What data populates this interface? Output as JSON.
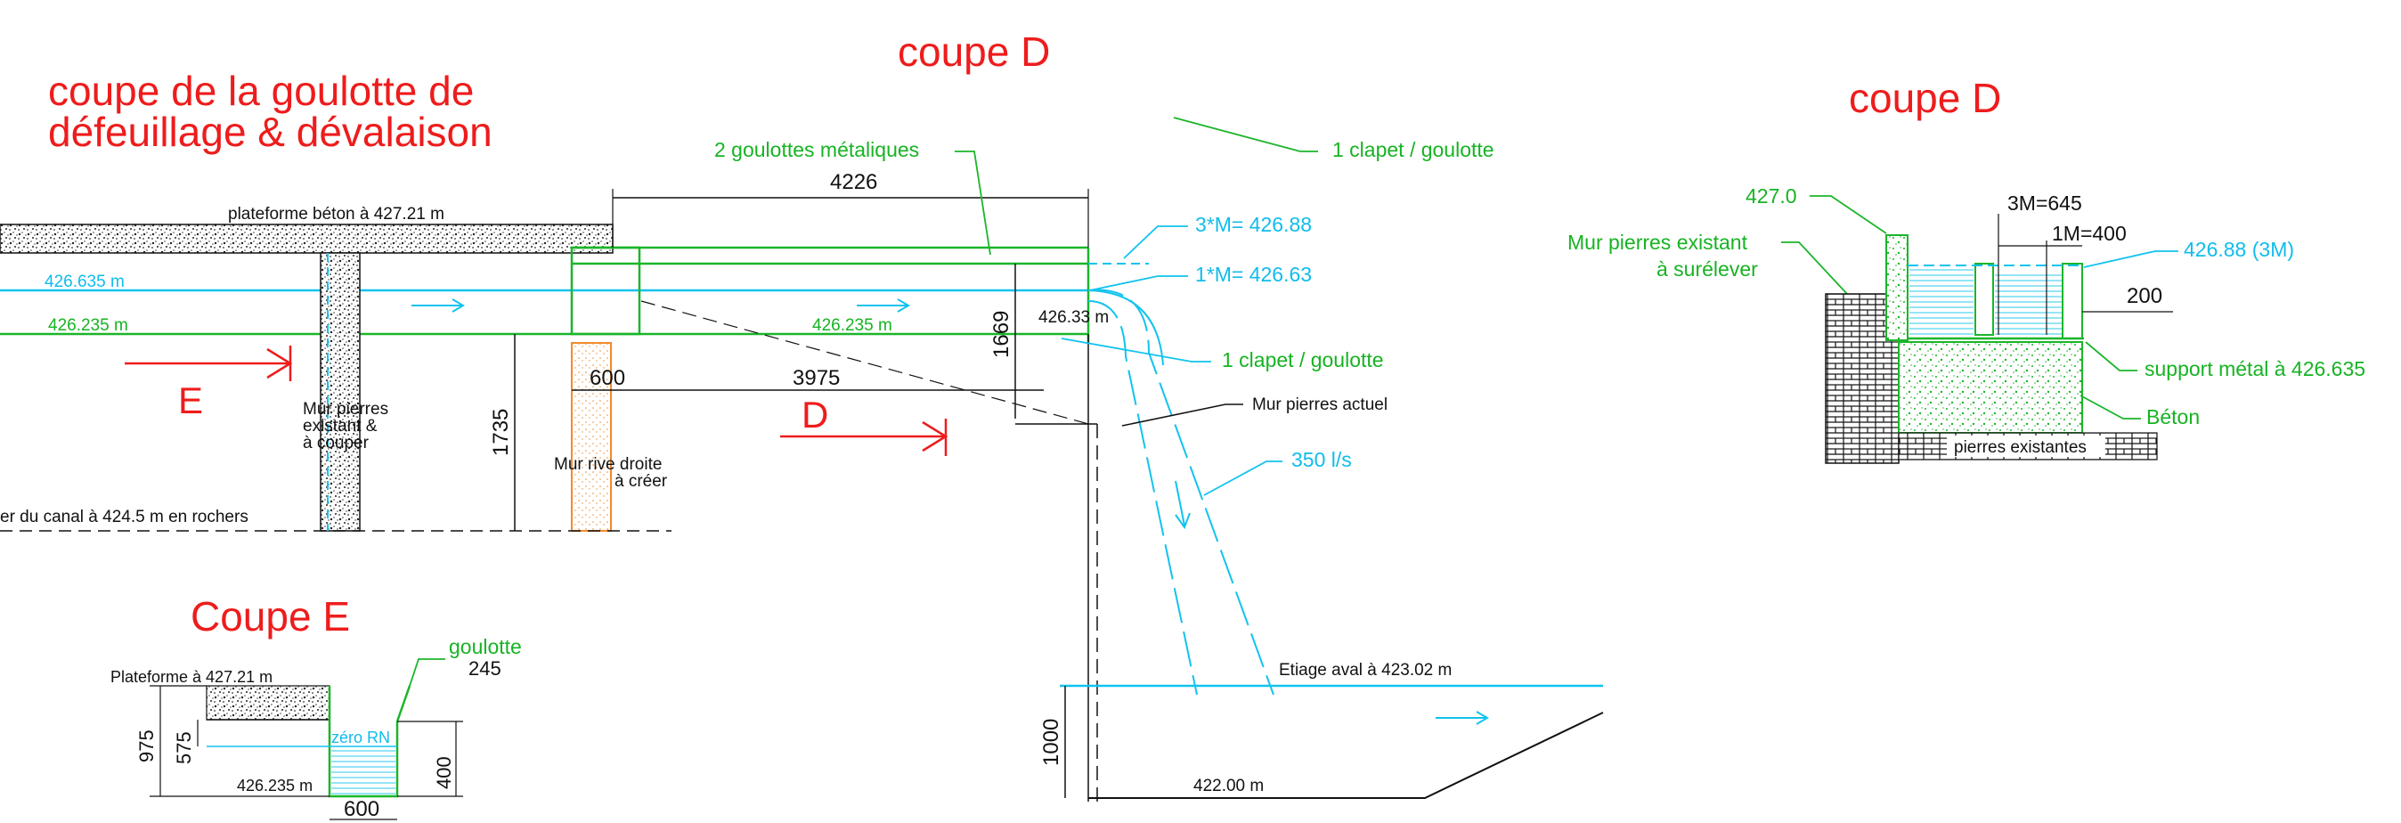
{
  "main_section": {
    "title_line1": "coupe de la goulotte de",
    "title_line2": "défeuillage & dévalaison",
    "platform_label": "plateforme béton à 427.21 m",
    "level_426635": "426.635 m",
    "level_426235_left": "426.235 m",
    "level_426235_mid": "426.235 m",
    "dim_4226": "4226",
    "dim_3975": "3975",
    "dim_600": "600",
    "dim_1669": "1669",
    "dim_1735": "1735",
    "dim_1000": "1000",
    "label_goulottes": "2 goulottes métaliques",
    "label_clapet_top": "1 clapet / goulotte",
    "label_clapet_mid": "1 clapet / goulotte",
    "label_3M": "3*M= 426.88",
    "label_1M": "1*M= 426.63",
    "label_42633": "426.33 m",
    "label_mur_actuel": "Mur pierres actuel",
    "label_350": "350 l/s",
    "label_mur_existant_l1": "Mur pierres",
    "label_mur_existant_l2": "existant &",
    "label_mur_existant_l3": "à couper",
    "label_mur_rive_l1": "Mur rive droite",
    "label_mur_rive_l2": "à créer",
    "label_canal": "er  du canal à  424.5 m  en rochers",
    "label_etiage": "Etiage aval à 423.02 m",
    "label_42200": "422.00 m",
    "marker_E": "E",
    "marker_D": "D",
    "title_coupe_D_center": "coupe  D"
  },
  "section_E": {
    "title": "Coupe   E",
    "label_goulotte": "goulotte",
    "dim_245": "245",
    "platform_label": "Plateforme à 427.21 m",
    "dim_975": "975",
    "dim_575": "575",
    "dim_400": "400",
    "label_zero": "zéro RN",
    "level_426235": "426.235 m",
    "dim_600": "600"
  },
  "section_D": {
    "title": "coupe  D",
    "label_4270": "427.0",
    "label_mur_l1": "Mur pierres existant",
    "label_mur_l2": "à surélever",
    "dim_3M": "3M=645",
    "dim_1M": "1M=400",
    "label_42688": "426.88 (3M)",
    "dim_200": "200",
    "label_support": "support métal à 426.635",
    "label_beton": "Béton",
    "label_pierres": "pierres existantes"
  },
  "colors": {
    "red": "#ee1c1c",
    "green": "#17b323",
    "cyan": "#10bcec",
    "orange": "#f18a2c",
    "black": "#111111"
  }
}
